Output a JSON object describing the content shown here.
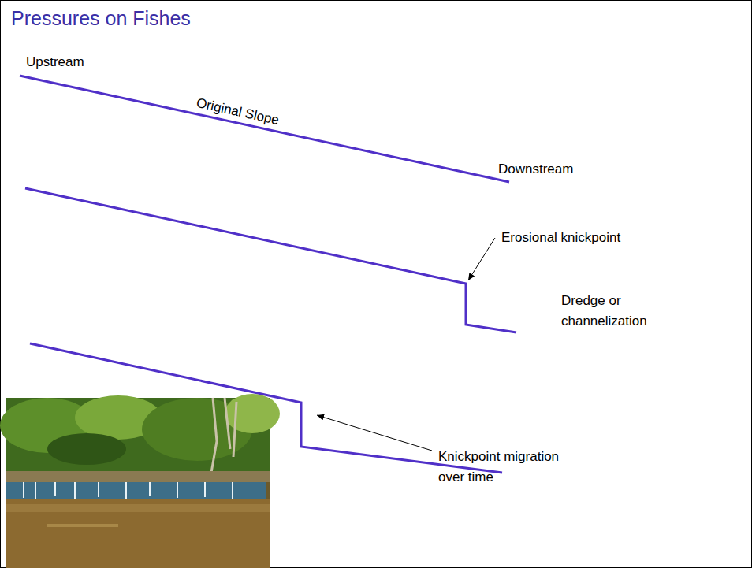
{
  "diagram": {
    "title": "Pressures on Fishes",
    "labels": [
      "Upstream",
      "Original Slope",
      "Downstream",
      "Erosional knickpoint",
      "Dredge or channelization",
      "Knickpoint migration over time"
    ]
  }
}
